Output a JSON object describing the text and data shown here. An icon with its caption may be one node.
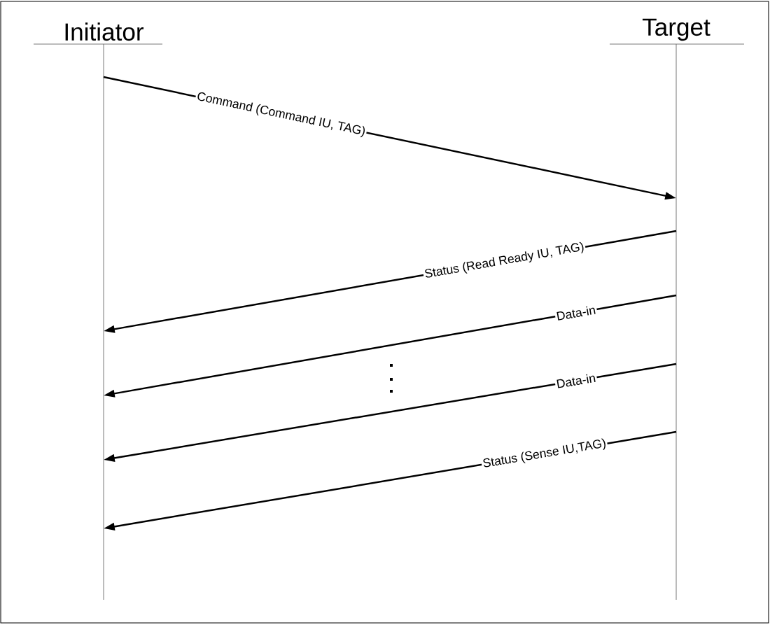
{
  "diagram": {
    "nodes": [
      {
        "text": [
          "Initiator"
        ]
      },
      {
        "text": [
          "Target"
        ]
      }
    ],
    "edges": [
      {
        "from": 0,
        "to": 1,
        "arrow": "to",
        "label": "Command (Command IU, TAG)"
      },
      {
        "from": 1,
        "to": 0,
        "arrow": "to",
        "label": "Status (Read Ready IU, TAG)"
      },
      {
        "from": 1,
        "to": 0,
        "arrow": "to",
        "label": "Data-in"
      },
      {
        "from": 1,
        "to": 0,
        "arrow": "to",
        "label": "Data-in"
      },
      {
        "from": 1,
        "to": 0,
        "arrow": "to",
        "label": "Status (Sense IU,TAG)"
      }
    ]
  }
}
